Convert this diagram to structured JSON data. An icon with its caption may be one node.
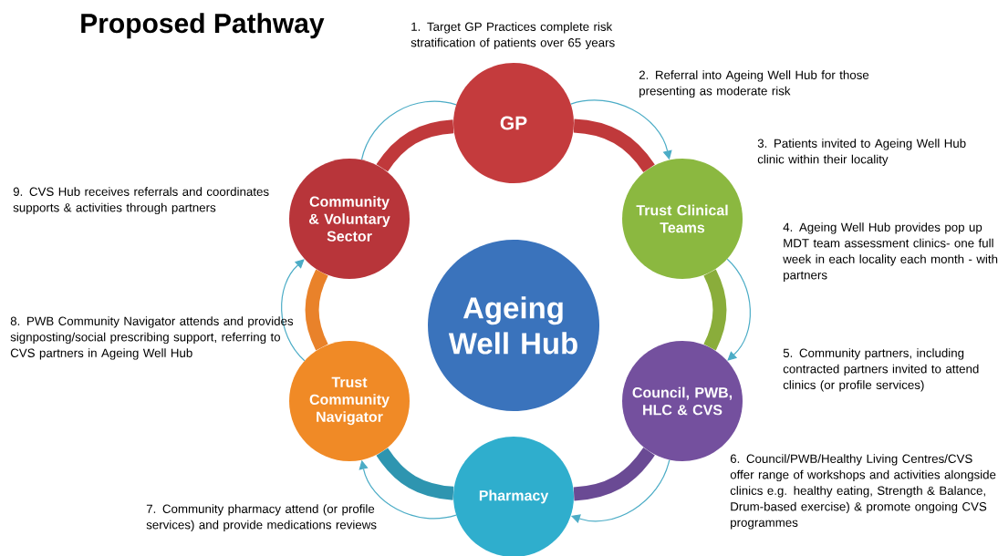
{
  "diagram": {
    "title": "Proposed Pathway",
    "nodes": [
      {
        "text": [
          "GP"
        ]
      },
      {
        "text": [
          "Trust Clinical Teams"
        ]
      },
      {
        "text": [
          "Council, PWB, HLC & CVS"
        ]
      },
      {
        "text": [
          "Pharmacy"
        ]
      },
      {
        "text": [
          "Trust Community Navigator"
        ]
      },
      {
        "text": [
          "Community & Voluntary Sector"
        ]
      },
      {
        "text": [
          "Ageing Well Hub"
        ]
      }
    ],
    "edges": [
      {
        "from": 0,
        "to": 1,
        "arrow": "none",
        "style": "thick",
        "color": "#c0393b"
      },
      {
        "from": 1,
        "to": 2,
        "arrow": "none",
        "style": "thick",
        "color": "#8aad3b"
      },
      {
        "from": 2,
        "to": 3,
        "arrow": "none",
        "style": "thick",
        "color": "#6a4a94"
      },
      {
        "from": 3,
        "to": 4,
        "arrow": "none",
        "style": "thick",
        "color": "#2e95b0"
      },
      {
        "from": 4,
        "to": 5,
        "arrow": "none",
        "style": "thick",
        "color": "#e9822a"
      },
      {
        "from": 5,
        "to": 0,
        "arrow": "none",
        "style": "thick",
        "color": "#c0393b"
      },
      {
        "from": 0,
        "to": 1,
        "arrow": "to"
      },
      {
        "from": 1,
        "to": 2,
        "arrow": "to"
      },
      {
        "from": 2,
        "to": 3,
        "arrow": "to"
      },
      {
        "from": 3,
        "to": 4,
        "arrow": "to"
      },
      {
        "from": 4,
        "to": 5,
        "arrow": "to"
      },
      {
        "from": 5,
        "to": 0,
        "arrow": "none"
      }
    ],
    "labels": [
      "1. Target GP Practices complete risk stratification of patients over 65 years",
      "2. Referral into Ageing Well Hub for those presenting as moderate risk",
      "3. Patients invited to Ageing Well Hub clinic within their locality",
      "9. CVS Hub receives referrals and coordinates supports & activities through partners",
      "4. Ageing Well Hub provides pop up MDT team assessment clinics- one full week in each locality each month - with partners",
      "8. PWB Community Navigator attends and provides signposting/social prescribing support, referring to CVS partners in Ageing Well Hub",
      "5. Community partners, including contracted partners invited to attend clinics (or profile services)",
      "6. Council/PWB/Healthy Living Centres/CVS offer range of workshops and activities alongside clinics e.g. healthy eating, Strength & Balance, Drum-based exercise) & promote ongoing CVS programmes",
      "7. Community pharmacy attend (or profile services) and provide medications reviews"
    ]
  }
}
